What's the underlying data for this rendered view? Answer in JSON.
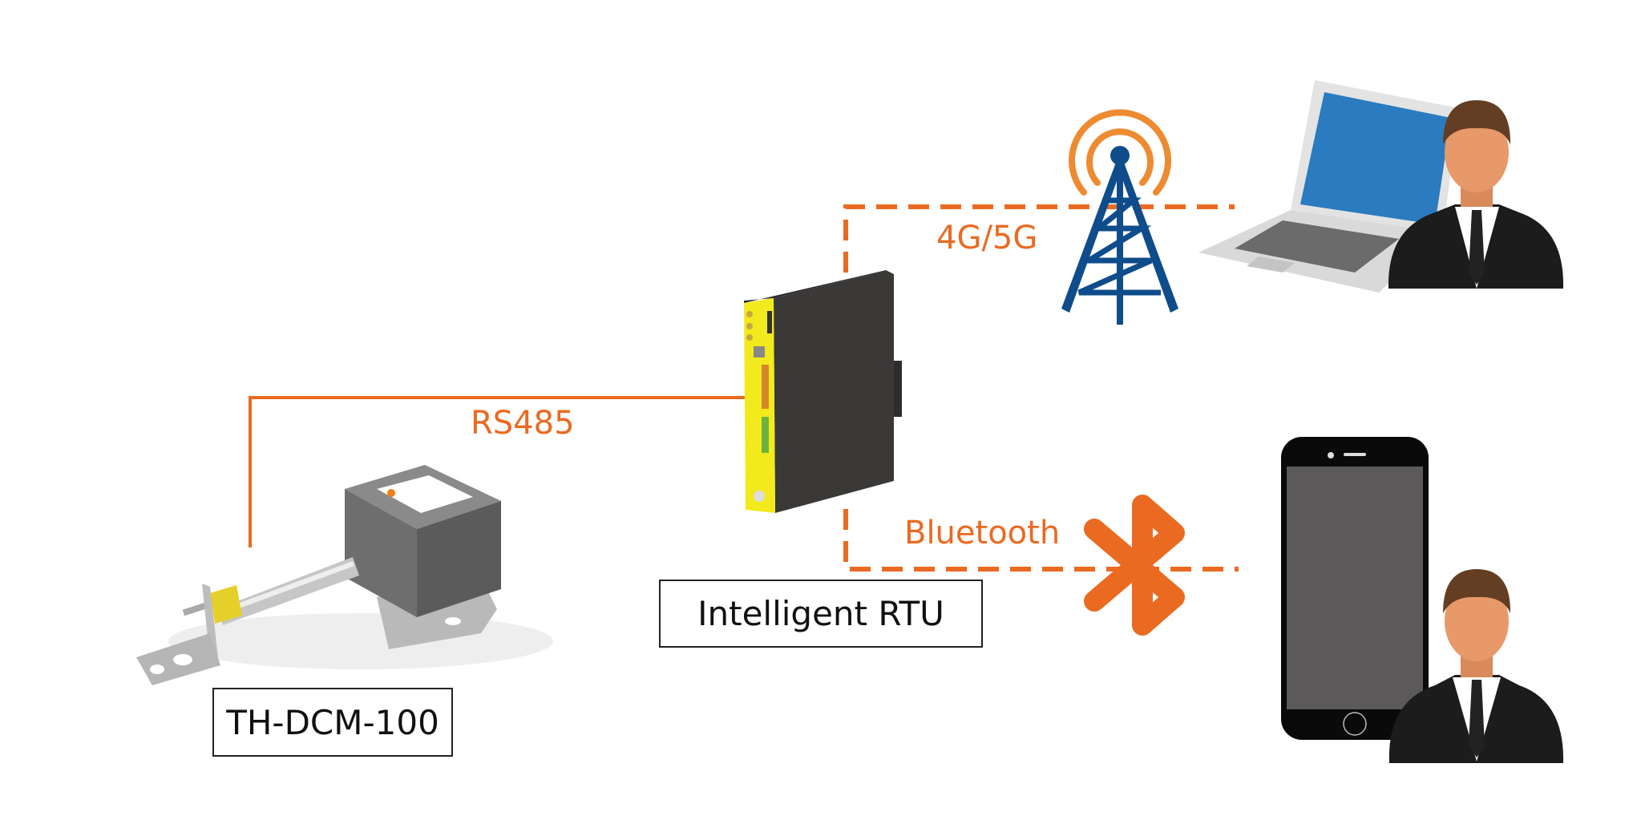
{
  "diagram": {
    "title": "RTU connectivity diagram",
    "colors": {
      "link": "#EB6A21",
      "tower": "#0F4C8C",
      "tower_signal": "#EE8A2F",
      "rtu_face": "#F2EA1D",
      "rtu_body": "#3B3838",
      "label_border": "#222222"
    },
    "devices": {
      "sensor": {
        "label": "TH-DCM-100",
        "icon": "displacement-sensor-icon"
      },
      "rtu": {
        "label": "Intelligent RTU",
        "icon": "rtu-device-icon"
      },
      "tower": {
        "icon": "cell-tower-icon"
      },
      "laptop": {
        "icon": "laptop-icon"
      },
      "phone": {
        "icon": "smartphone-icon"
      },
      "user_laptop": {
        "icon": "person-icon"
      },
      "user_phone": {
        "icon": "person-icon"
      },
      "bluetooth": {
        "icon": "bluetooth-icon"
      }
    },
    "links": [
      {
        "from": "sensor",
        "to": "rtu",
        "label": "RS485",
        "style": "solid"
      },
      {
        "from": "rtu",
        "to": "laptop",
        "label": "4G/5G",
        "style": "dashed"
      },
      {
        "from": "rtu",
        "to": "phone",
        "label": "Bluetooth",
        "style": "dashed"
      }
    ]
  }
}
